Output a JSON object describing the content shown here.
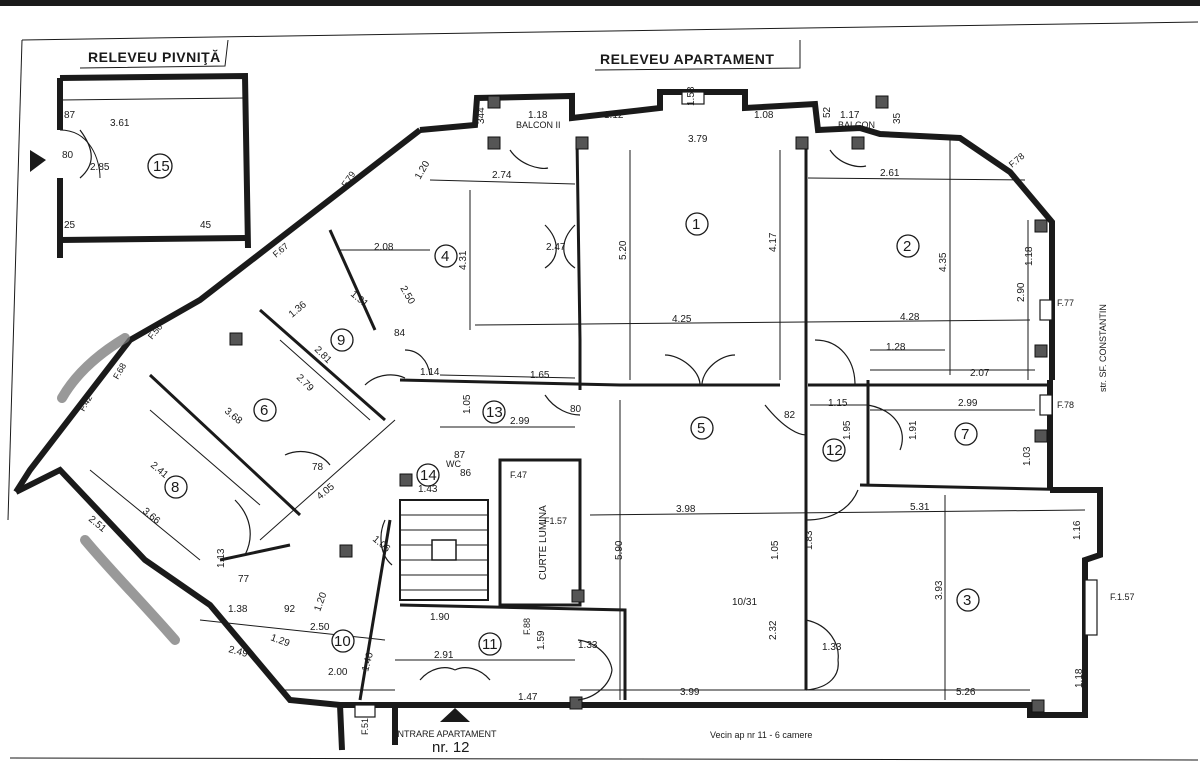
{
  "titles": {
    "pivnita": "RELEVEU PIVNIŢĂ",
    "apartament": "RELEVEU APARTAMENT"
  },
  "rooms": [
    "1",
    "2",
    "3",
    "4",
    "5",
    "6",
    "7",
    "8",
    "9",
    "10",
    "11",
    "12",
    "13",
    "14",
    "15"
  ],
  "labels": {
    "balcon_ii": "BALCON II",
    "balcon": "BALCON",
    "curte_lumina": "CURTE LUMINA",
    "wc": "WC",
    "intrare": "INTRARE APARTAMENT",
    "intrare_nr": "nr. 12",
    "vecin": "Vecin ap nr 11 - 6 camere",
    "street": "str. SF. CONSTANTIN"
  },
  "windows": {
    "f79": "F.79",
    "f78a": "F.78",
    "f77": "F.77",
    "f78b": "F.78",
    "f157a": "F.1.57",
    "f157b": "F1.57",
    "f67": "F.67",
    "f50": "F.50",
    "f68": "F.68",
    "f42": "F.42",
    "f47": "F.47",
    "f88": "F.88",
    "f51": "F.51"
  },
  "dims": {
    "p_361": "3.61",
    "p_285": "2.85",
    "p_80": "80",
    "p_87": "87",
    "p_25": "25",
    "p_45": "45",
    "d_118": "1.18",
    "d_112": "1.12",
    "d_158": "1.58",
    "d_379": "3.79",
    "d_108": "1.08",
    "d_117": "1.17",
    "d_52": "52",
    "d_35": "35",
    "d_344": "344",
    "d_274": "2.74",
    "d_261": "2.61",
    "d_120": "1.20",
    "d_208": "2.08",
    "d_431": "4.31",
    "d_520": "5.20",
    "d_417": "4.17",
    "d_435": "4.35",
    "d_247": "2.47",
    "d_290": "2.90",
    "d_118b": "1.18",
    "d_425": "4.25",
    "d_428": "4.28",
    "d_136": "1.36",
    "d_191": "1.91",
    "d_250": "2.50",
    "d_281": "2.81",
    "d_279": "2.79",
    "d_368": "3.68",
    "d_114": "1.14",
    "d_165": "1.65",
    "d_128": "1.28",
    "d_207": "2.07",
    "d_105": "1.05",
    "d_299": "2.99",
    "d_299b": "2.99",
    "d_115": "1.15",
    "d_195": "1.95",
    "d_191b": "1.91",
    "d_103": "1.03",
    "d_82": "82",
    "d_241": "2.41",
    "d_366": "3.66",
    "d_251": "2.51",
    "d_405": "4.05",
    "d_143": "1.43",
    "d_87": "87",
    "d_86": "86",
    "d_398": "3.98",
    "d_531": "5.31",
    "d_590": "5.90",
    "d_393": "3.93",
    "d_116": "1.16",
    "d_105b": "1.05",
    "d_183": "1.83",
    "d_1031": "10/31",
    "d_232": "2.32",
    "d_133": "1.33",
    "d_133b": "1.33",
    "d_190": "1.90",
    "d_291": "2.91",
    "d_159": "1.59",
    "d_147": "1.47",
    "d_399": "3.99",
    "d_526": "5.26",
    "d_118c": "1.18",
    "d_138": "1.38",
    "d_129": "1.29",
    "d_250b": "2.50",
    "d_249": "2.49",
    "d_200": "2.00",
    "d_140": "1.40",
    "d_120b": "1.20",
    "d_113": "1.13",
    "d_106": "1.06",
    "d_80": "80",
    "d_84": "84",
    "d_92": "92",
    "d_78": "78",
    "d_77": "77"
  },
  "colors": {
    "ink": "#1a1a1a",
    "paper": "#ffffff",
    "column": "#555555"
  }
}
